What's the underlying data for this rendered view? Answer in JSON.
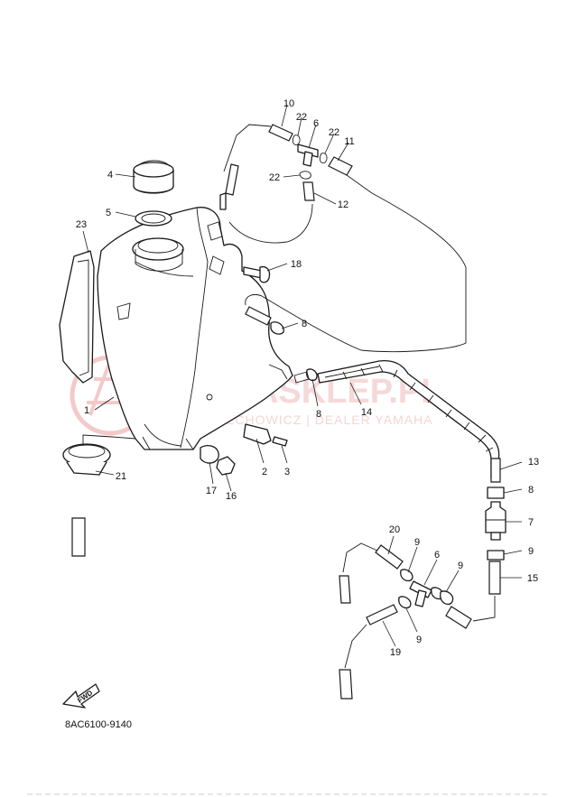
{
  "watermark": {
    "brand": "YAMASKLEP.PL",
    "dealer": "WOJCIECHOWICZ | DEALER YAMAHA",
    "logo_color": "#e88a8a"
  },
  "diagram_code": "8AC6100-9140",
  "fwd_label": "FWD",
  "callouts": {
    "c1": "1",
    "c2": "2",
    "c3": "3",
    "c4": "4",
    "c5": "5",
    "c6a": "6",
    "c6b": "6",
    "c7": "7",
    "c8a": "8",
    "c8b": "8",
    "c8c": "8",
    "c9a": "9",
    "c9b": "9",
    "c9c": "9",
    "c9d": "9",
    "c10": "10",
    "c11": "11",
    "c12": "12",
    "c13": "13",
    "c14": "14",
    "c15": "15",
    "c16": "16",
    "c17": "17",
    "c18": "18",
    "c19": "19",
    "c20": "20",
    "c21": "21",
    "c22a": "22",
    "c22b": "22",
    "c22c": "22",
    "c23": "23"
  }
}
